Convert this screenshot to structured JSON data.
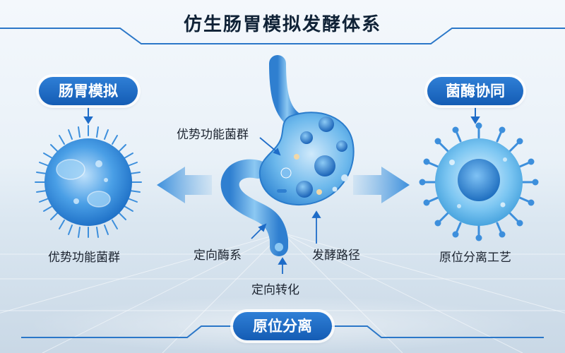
{
  "title": "仿生肠胃模拟发酵体系",
  "left": {
    "badge": "肠胃模拟",
    "caption": "优势功能菌群"
  },
  "right": {
    "badge": "菌酶协同",
    "caption": "原位分离工艺"
  },
  "center": {
    "label_top": "优势功能菌群",
    "label_enzyme": "定向酶系",
    "label_path": "发酵路径",
    "label_convert": "定向转化"
  },
  "bottom_badge": "原位分离",
  "colors": {
    "accent": "#1e6cc8",
    "cell": "#3f9be6",
    "stomach": "#5aaee8"
  }
}
